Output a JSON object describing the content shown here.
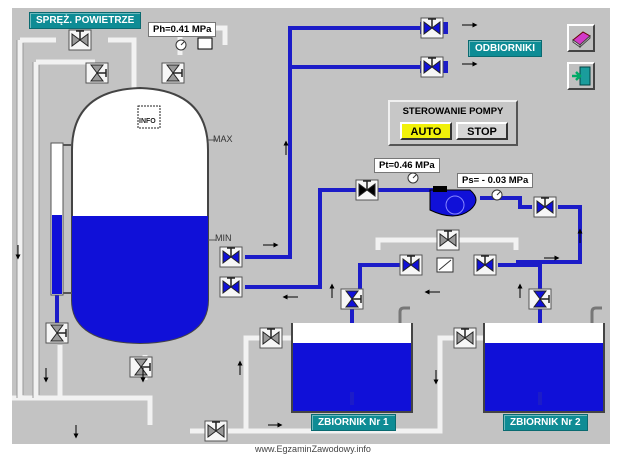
{
  "labels": {
    "compressed_air": "SPRĘŻ. POWIETRZE",
    "ph_pressure": "Ph=0.41 MPa",
    "receivers": "ODBIORNIKI",
    "pt_pressure": "Pt=0.46 MPa",
    "ps_pressure": "Ps= - 0.03 MPa",
    "max_mark": "MAX",
    "min_mark": "MIN",
    "tank1": "ZBIORNIK Nr 1",
    "tank2": "ZBIORNIK Nr 2",
    "info_tag": "INFO"
  },
  "pump_control": {
    "title": "STEROWANIE POMPY",
    "auto_label": "AUTO",
    "stop_label": "STOP"
  },
  "toolbar": {
    "book_icon": "book-icon",
    "exit_icon": "exit-door-icon"
  },
  "footer": {
    "watermark": "www.EgzaminZawodowy.info"
  },
  "levels": {
    "pressure_vessel_fill": 0.52,
    "tank1_fill": 0.72,
    "tank2_fill": 0.72
  },
  "colors": {
    "water": "#1010d8",
    "pipe_water": "#1c1cc8",
    "pipe_air": "#d8d8d8",
    "label_bg": "#0e8c95",
    "auto_active": "#f1f10a"
  }
}
